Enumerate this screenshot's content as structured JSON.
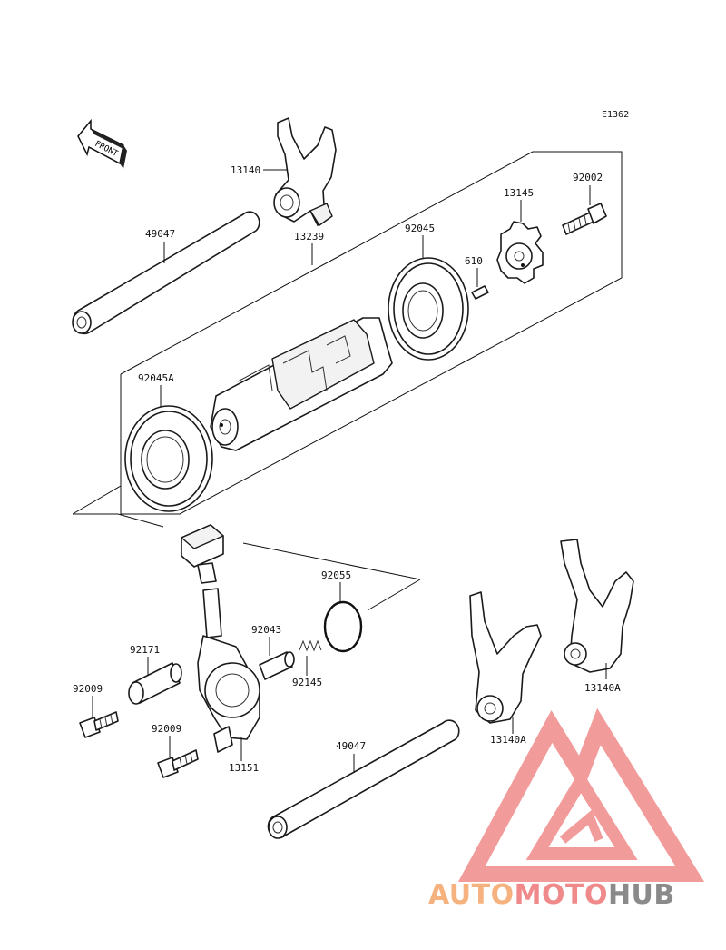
{
  "diagram": {
    "code": "E1362",
    "front_label": "FRONT",
    "brand": {
      "part1": "AUTO",
      "part2": "MOTO",
      "part3": "HUB",
      "color_orange": "#f5b27e",
      "color_red": "#f08a8a",
      "color_gray": "#8a8a8a"
    },
    "labels": {
      "p13140": "13140",
      "p49047_top": "49047",
      "p13239": "13239",
      "p92045": "92045",
      "p13145": "13145",
      "p92002": "92002",
      "p610": "610",
      "p92045A": "92045A",
      "p92055": "92055",
      "p92043": "92043",
      "p92145": "92145",
      "p92171": "92171",
      "p92009_a": "92009",
      "p92009_b": "92009",
      "p13151": "13151",
      "p49047_bottom": "49047",
      "p13140A_left": "13140A",
      "p13140A_right": "13140A"
    }
  }
}
